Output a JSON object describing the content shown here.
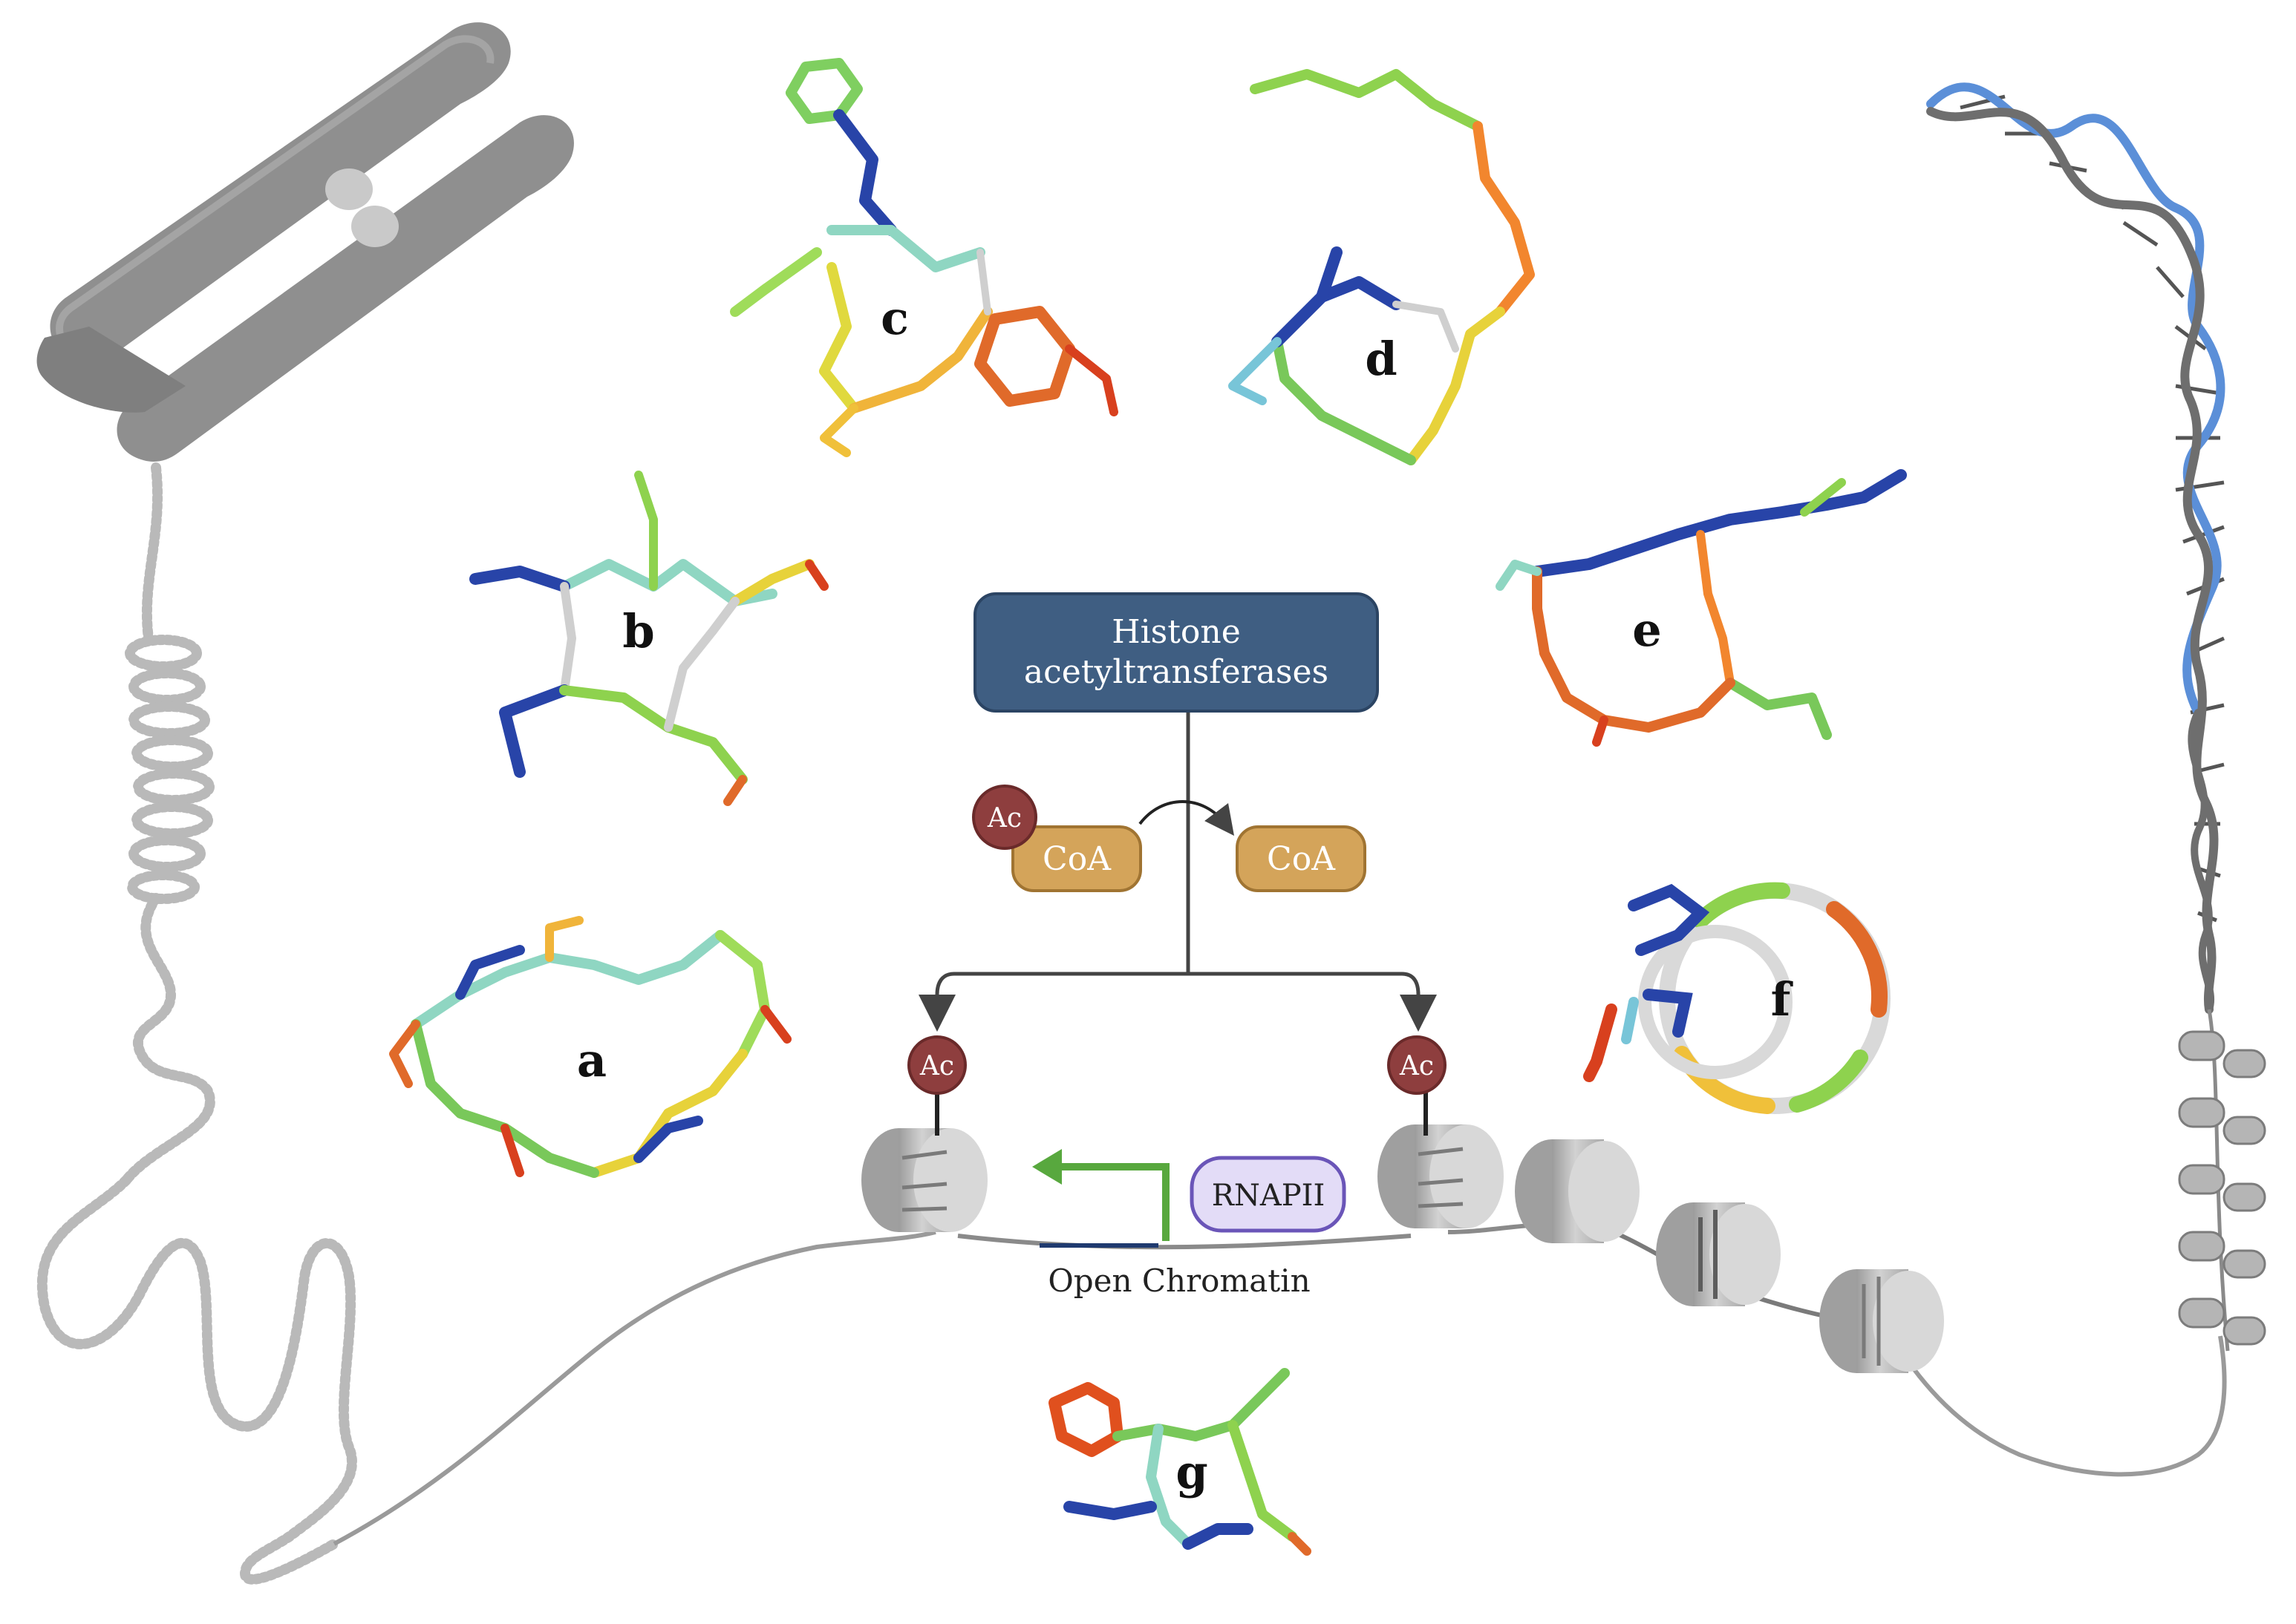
{
  "hat": {
    "line1": "Histone",
    "line2": "acetyltransferases"
  },
  "cofactor": {
    "acetyl": "Ac",
    "coa_left": "CoA",
    "coa_right": "CoA"
  },
  "nucleosome_marks": {
    "left": "Ac",
    "right": "Ac"
  },
  "polymerase": "RNAPII",
  "chromatin_state": "Open Chromatin",
  "compounds": [
    {
      "id": "a",
      "label": "a"
    },
    {
      "id": "b",
      "label": "b"
    },
    {
      "id": "c",
      "label": "c"
    },
    {
      "id": "d",
      "label": "d"
    },
    {
      "id": "e",
      "label": "e"
    },
    {
      "id": "f",
      "label": "f"
    },
    {
      "id": "g",
      "label": "g"
    }
  ],
  "colors": {
    "hat_box": "#3f5e82",
    "hat_border": "#2b4463",
    "coa": "#d4a45a",
    "acetyl": "#8e3e3e",
    "rnap_fill": "#e3dcf7",
    "rnap_border": "#6a55b8",
    "arrow_green": "#58a83e",
    "dna_blue": "#5b8fd8",
    "chromosome": "#9a9a9a"
  }
}
